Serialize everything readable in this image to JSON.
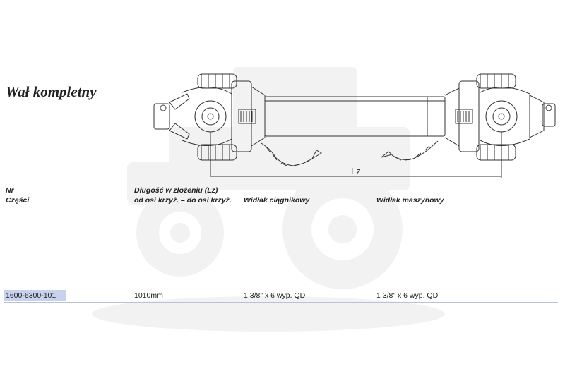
{
  "title": "Wał kompletny",
  "drawing": {
    "dimension_label": "Lz"
  },
  "headers": {
    "part_no_line1": "Nr",
    "part_no_line2": "Części",
    "length_line1": "Długość w złożeniu (Lz)",
    "length_line2": "od osi krzyż. – do osi krzyż.",
    "tractor_yoke": "Widłak ciągnikowy",
    "machine_yoke": "Widłak maszynowy"
  },
  "rows": [
    {
      "part_no": "1600-6300-101",
      "length": "1010mm",
      "tractor_yoke": "1 3/8\" x 6 wyp. QD",
      "machine_yoke": "1 3/8\" x 6 wyp. QD"
    }
  ],
  "colors": {
    "highlight": "#c9d2ec",
    "watermark": "#f1f1f1",
    "line": "#333333"
  }
}
